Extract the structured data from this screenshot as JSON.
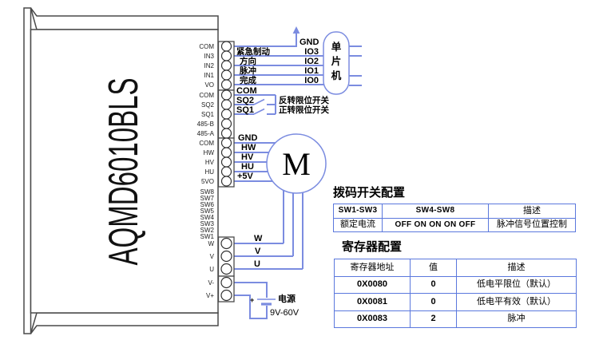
{
  "device": {
    "model": "AQMD6010BLS"
  },
  "pins": [
    "COM",
    "IN3",
    "IN2",
    "IN1",
    "VO",
    "COM",
    "SQ2",
    "SQ1",
    "485-B",
    "485-A",
    "COM",
    "HW",
    "HV",
    "HU",
    "5VO",
    "SW8",
    "SW7",
    "SW6",
    "SW5",
    "SW4",
    "SW3",
    "SW2",
    "SW1",
    "W",
    "V",
    "U",
    "V-",
    "V+"
  ],
  "control": {
    "gnd": "GND",
    "rows": [
      {
        "label": "紧急制动",
        "io": "IO3"
      },
      {
        "label": "方向",
        "io": "IO2"
      },
      {
        "label": "脉冲",
        "io": "IO1"
      },
      {
        "label": "完成",
        "io": "IO0"
      }
    ],
    "mcu": [
      "单",
      "片",
      "机"
    ]
  },
  "limits": {
    "com": "COM",
    "switches": [
      {
        "name": "SQ2",
        "desc": "反转限位开关"
      },
      {
        "name": "SQ1",
        "desc": "正转限位开关"
      }
    ]
  },
  "hall": [
    "GND",
    "HW",
    "HV",
    "HU",
    "+5V"
  ],
  "motor": {
    "symbol": "M",
    "phases": [
      "W",
      "V",
      "U"
    ]
  },
  "power": {
    "plus": "+",
    "label": "电源",
    "range": "9V-60V"
  },
  "dip_table": {
    "title": "拨码开关配置",
    "headers": [
      "SW1-SW3",
      "SW4-SW8",
      "描述"
    ],
    "rows": [
      [
        "额定电流",
        "OFF ON ON ON OFF",
        "脉冲信号位置控制"
      ]
    ]
  },
  "reg_table": {
    "title": "寄存器配置",
    "headers": [
      "寄存器地址",
      "值",
      "描述"
    ],
    "rows": [
      [
        "0X0080",
        "0",
        "低电平限位（默认）"
      ],
      [
        "0X0081",
        "0",
        "低电平有效（默认）"
      ],
      [
        "0X0083",
        "2",
        "脉冲"
      ]
    ]
  },
  "colors": {
    "wire": "#7b8ce0",
    "table_border": "#5b78dd",
    "outline": "#4a4a4a"
  }
}
